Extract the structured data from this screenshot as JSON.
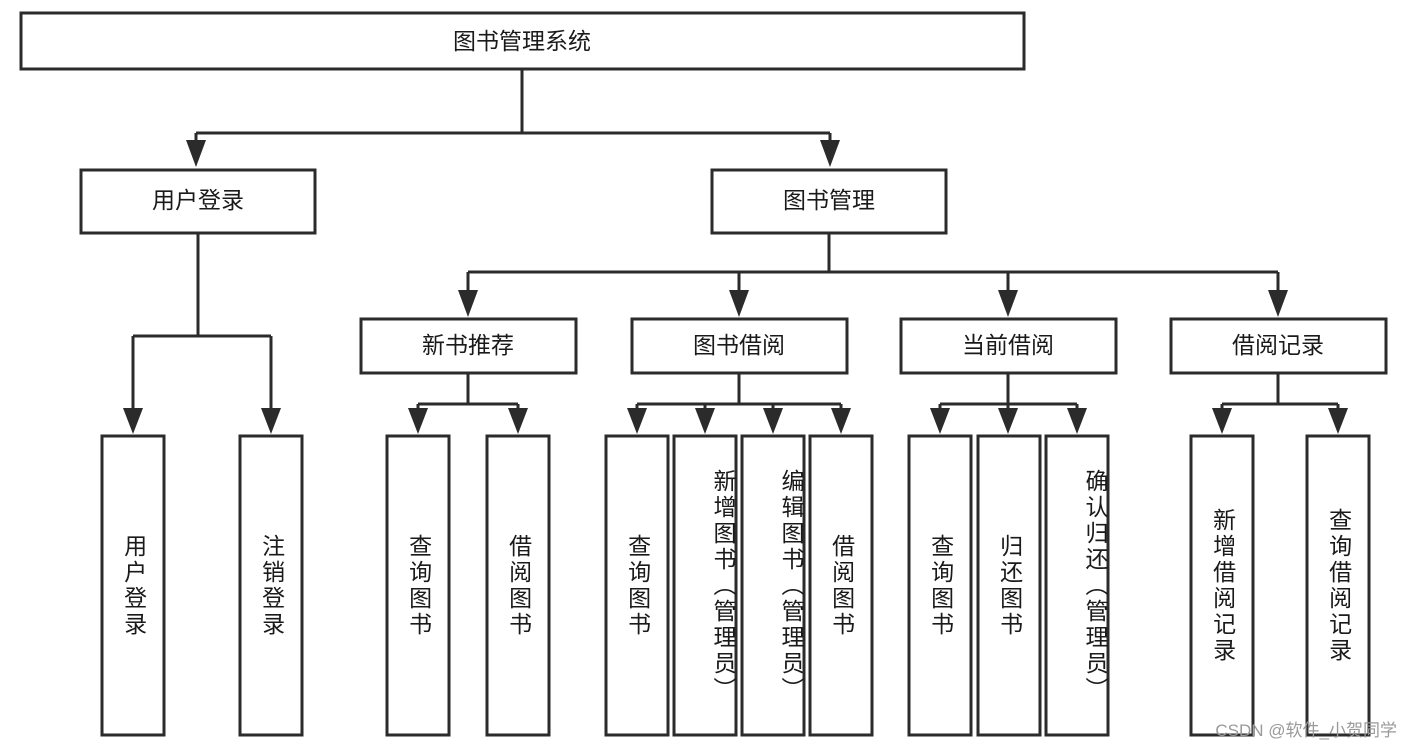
{
  "diagram": {
    "type": "tree-hierarchy",
    "orientation": "top-down",
    "root": {
      "label": "图书管理系统"
    },
    "level2": [
      {
        "id": "user-login",
        "label": "用户登录"
      },
      {
        "id": "book-manage",
        "label": "图书管理"
      }
    ],
    "level3": [
      {
        "id": "new-book-recommend",
        "label": "新书推荐",
        "parent": "book-manage"
      },
      {
        "id": "book-borrow",
        "label": "图书借阅",
        "parent": "book-manage"
      },
      {
        "id": "current-borrow",
        "label": "当前借阅",
        "parent": "book-manage"
      },
      {
        "id": "borrow-record",
        "label": "借阅记录",
        "parent": "book-manage"
      }
    ],
    "leaves": [
      {
        "id": "leaf-user-login",
        "label": "用户登录",
        "parent": "user-login"
      },
      {
        "id": "leaf-logout-login",
        "label": "注销登录",
        "parent": "user-login"
      },
      {
        "id": "leaf-query-book-1",
        "label": "查询图书",
        "parent": "new-book-recommend"
      },
      {
        "id": "leaf-borrow-book-1",
        "label": "借阅图书",
        "parent": "new-book-recommend"
      },
      {
        "id": "leaf-query-book-2",
        "label": "查询图书",
        "parent": "book-borrow"
      },
      {
        "id": "leaf-add-book",
        "label": "新增图书（管理员）",
        "parent": "book-borrow"
      },
      {
        "id": "leaf-edit-book",
        "label": "编辑图书（管理员）",
        "parent": "book-borrow"
      },
      {
        "id": "leaf-borrow-book-2",
        "label": "借阅图书",
        "parent": "book-borrow"
      },
      {
        "id": "leaf-query-book-3",
        "label": "查询图书",
        "parent": "current-borrow"
      },
      {
        "id": "leaf-return-book",
        "label": "归还图书",
        "parent": "current-borrow"
      },
      {
        "id": "leaf-confirm-return",
        "label": "确认归还（管理员）",
        "parent": "current-borrow"
      },
      {
        "id": "leaf-add-record",
        "label": "新增借阅记录",
        "parent": "borrow-record"
      },
      {
        "id": "leaf-query-record",
        "label": "查询借阅记录",
        "parent": "borrow-record"
      }
    ],
    "colors": {
      "stroke": "#2b2b2b",
      "fill": "#ffffff",
      "text": "#1a1a1a",
      "watermark": "#9a9a9a"
    }
  },
  "watermark": {
    "text": "CSDN @软件_小贺同学"
  }
}
